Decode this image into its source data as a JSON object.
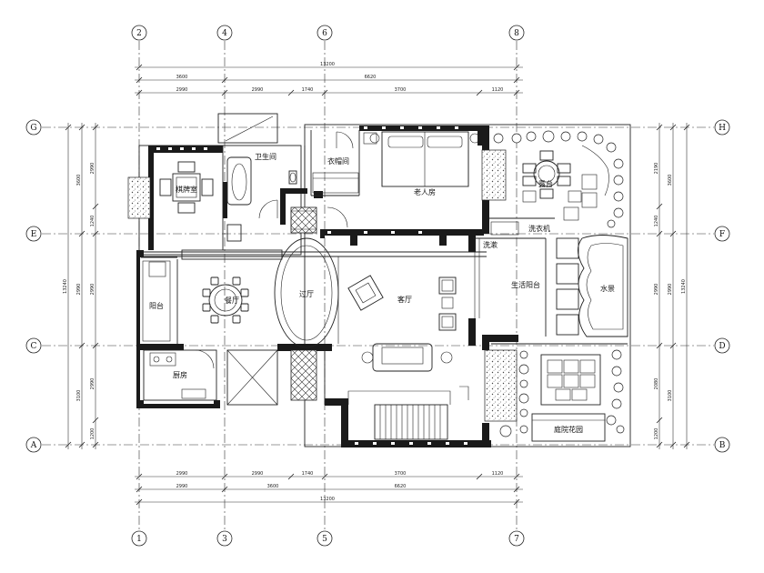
{
  "axes": {
    "top": [
      "2",
      "4",
      "6",
      "8"
    ],
    "bottom": [
      "1",
      "3",
      "5",
      "7"
    ],
    "left": [
      "G",
      "E",
      "C",
      "A"
    ],
    "right": [
      "H",
      "F",
      "D",
      "B"
    ]
  },
  "dimensions": {
    "top_row1": [
      "13200"
    ],
    "top_row2": [
      "3600",
      "6620"
    ],
    "top_row3": [
      "2990",
      "2990",
      "1740",
      "3700",
      "1120"
    ],
    "bottom_row1": [
      "2990",
      "2990",
      "1740",
      "3700",
      "1120"
    ],
    "bottom_row2": [
      "2990",
      "3600",
      "6620"
    ],
    "bottom_row3": [
      "13200"
    ],
    "left_outer": [
      "13240"
    ],
    "left_mid": [
      "3600",
      "2990",
      "3100"
    ],
    "left_inner": [
      "2990",
      "1240",
      "2990",
      "2990",
      "1200"
    ],
    "right_inner": [
      "2190",
      "1240",
      "2990",
      "2080",
      "1200"
    ],
    "right_mid": [
      "3600",
      "2990",
      "3100"
    ],
    "right_outer": [
      "13240"
    ]
  },
  "rooms": {
    "mahjong": "棋牌室",
    "bathroom": "卫生间",
    "closet": "衣帽间",
    "elder_bedroom": "老人房",
    "balcony": "阳台",
    "dining": "餐厅",
    "hall": "过厅",
    "living": "客厅",
    "life_balcony": "生活阳台",
    "kitchen": "厨房",
    "terrace": "露台",
    "water": "水景",
    "laundry": "洗衣机",
    "washbasin": "洗漱",
    "garden": "庭院花园"
  }
}
